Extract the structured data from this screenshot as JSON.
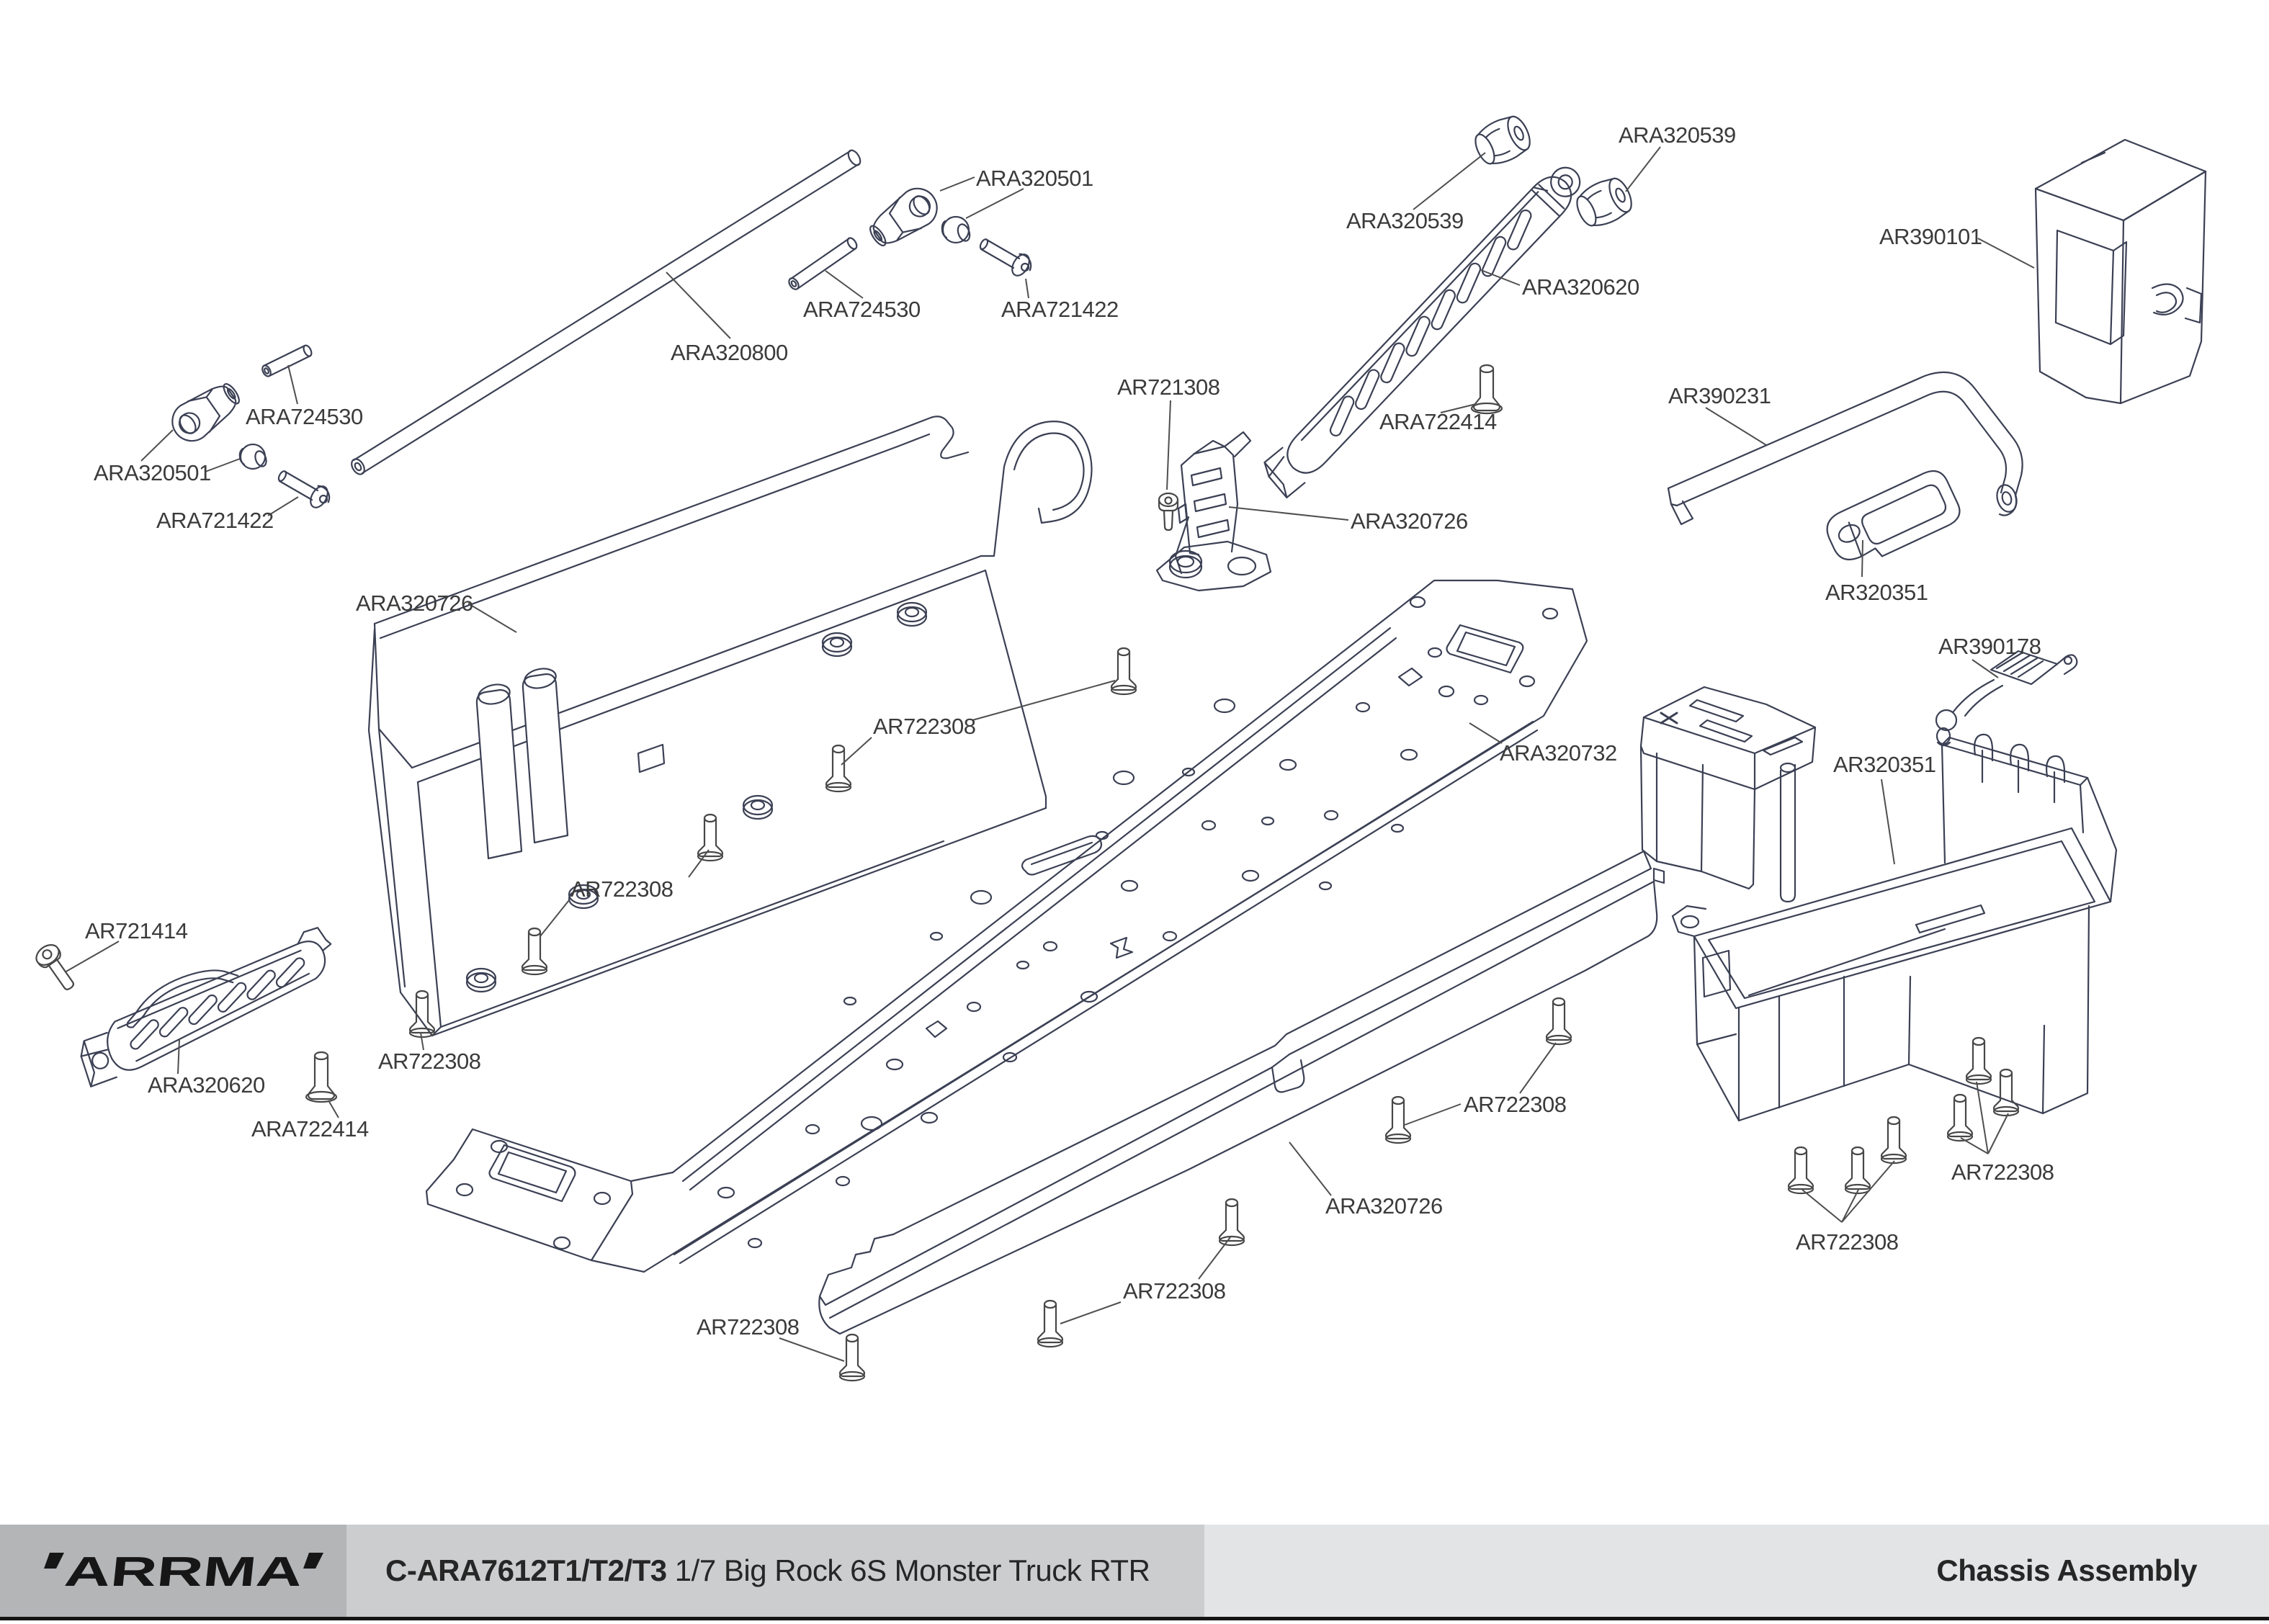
{
  "page": {
    "background": "#ffffff"
  },
  "diagram": {
    "part_line_color": "#3b4054",
    "leader_color": "#4f4f4f",
    "label_color": "#3b3b3b",
    "labels": [
      {
        "id": "lbl-ara320501-top",
        "text": "ARA320501"
      },
      {
        "id": "lbl-ara724530-top",
        "text": "ARA724530"
      },
      {
        "id": "lbl-ara721422-top",
        "text": "ARA721422"
      },
      {
        "id": "lbl-ara320800",
        "text": "ARA320800"
      },
      {
        "id": "lbl-ara724530-left",
        "text": "ARA724530"
      },
      {
        "id": "lbl-ara320501-left",
        "text": "ARA320501"
      },
      {
        "id": "lbl-ara721422-left",
        "text": "ARA721422"
      },
      {
        "id": "lbl-ara320539-left",
        "text": "ARA320539"
      },
      {
        "id": "lbl-ara320539-right",
        "text": "ARA320539"
      },
      {
        "id": "lbl-ara320620-right",
        "text": "ARA320620"
      },
      {
        "id": "lbl-ara722414-right",
        "text": "ARA722414"
      },
      {
        "id": "lbl-ar390101",
        "text": "AR390101"
      },
      {
        "id": "lbl-ar390231",
        "text": "AR390231"
      },
      {
        "id": "lbl-ar721308",
        "text": "AR721308"
      },
      {
        "id": "lbl-ara320726-center",
        "text": "ARA320726"
      },
      {
        "id": "lbl-ar320351-top",
        "text": "AR320351"
      },
      {
        "id": "lbl-ara320726-left",
        "text": "ARA320726"
      },
      {
        "id": "lbl-ar390178",
        "text": "AR390178"
      },
      {
        "id": "lbl-ar722308-a",
        "text": "AR722308"
      },
      {
        "id": "lbl-ara320732",
        "text": "ARA320732"
      },
      {
        "id": "lbl-ar320351-right",
        "text": "AR320351"
      },
      {
        "id": "lbl-ar722308-b",
        "text": "AR722308"
      },
      {
        "id": "lbl-ar721414",
        "text": "AR721414"
      },
      {
        "id": "lbl-ar722308-c",
        "text": "AR722308"
      },
      {
        "id": "lbl-ara320620-left",
        "text": "ARA320620"
      },
      {
        "id": "lbl-ar722308-l1",
        "text": "AR722308"
      },
      {
        "id": "lbl-ara722414-left",
        "text": "ARA722414"
      },
      {
        "id": "lbl-ar722308-r1",
        "text": "AR722308"
      },
      {
        "id": "lbl-ara320726-bottom",
        "text": "ARA320726"
      },
      {
        "id": "lbl-ar722308-r2",
        "text": "AR722308"
      },
      {
        "id": "lbl-ar722308-l3",
        "text": "AR722308"
      },
      {
        "id": "lbl-ar722308-l4",
        "text": "AR722308"
      }
    ]
  },
  "footer": {
    "logo_text": "ARRMA",
    "title_code": "C-ARA7612T1/T2/T3",
    "title_name": " 1/7 Big Rock 6S Monster Truck RTR",
    "section": "Chassis Assembly",
    "colors": {
      "logo_bg": "#b3b5b7",
      "title_bg": "#cbcdcf",
      "section_bg": "#e3e4e6",
      "bottom_bar": "#141414"
    }
  }
}
